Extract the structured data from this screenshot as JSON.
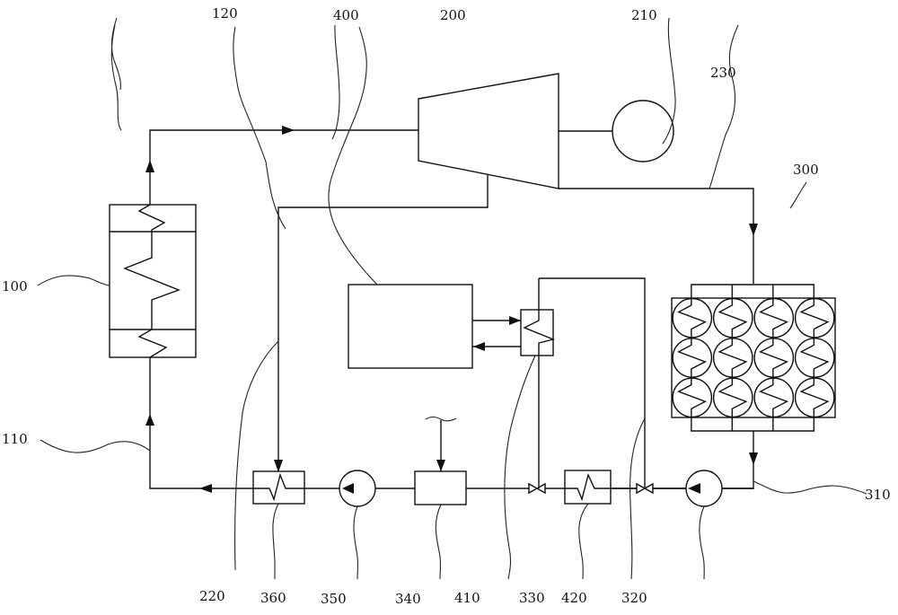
{
  "diagram": {
    "title": "",
    "labels": {
      "boiler": "100",
      "feed_line": "110",
      "steam_line": "120",
      "turbine": "200",
      "generator": "210",
      "extraction_line": "220",
      "exhaust_line": "230",
      "condenser": "300",
      "condensate_line": "310",
      "condensate_pump": "320",
      "low_pressure_heater": "330",
      "deaerator": "340",
      "feed_pump": "350",
      "high_pressure_heater": "360",
      "external_system": "400",
      "heat_exchanger": "410",
      "bypass_line": "420"
    },
    "components": [
      {
        "id": "100",
        "type": "boiler-heat-exchanger"
      },
      {
        "id": "200",
        "type": "turbine"
      },
      {
        "id": "210",
        "type": "generator"
      },
      {
        "id": "300",
        "type": "condenser-array",
        "rows": 3,
        "cols": 4
      },
      {
        "id": "320",
        "type": "pump"
      },
      {
        "id": "330",
        "type": "heater"
      },
      {
        "id": "340",
        "type": "deaerator"
      },
      {
        "id": "350",
        "type": "pump"
      },
      {
        "id": "360",
        "type": "heater"
      },
      {
        "id": "400",
        "type": "block"
      },
      {
        "id": "410",
        "type": "heat-exchanger"
      }
    ]
  }
}
